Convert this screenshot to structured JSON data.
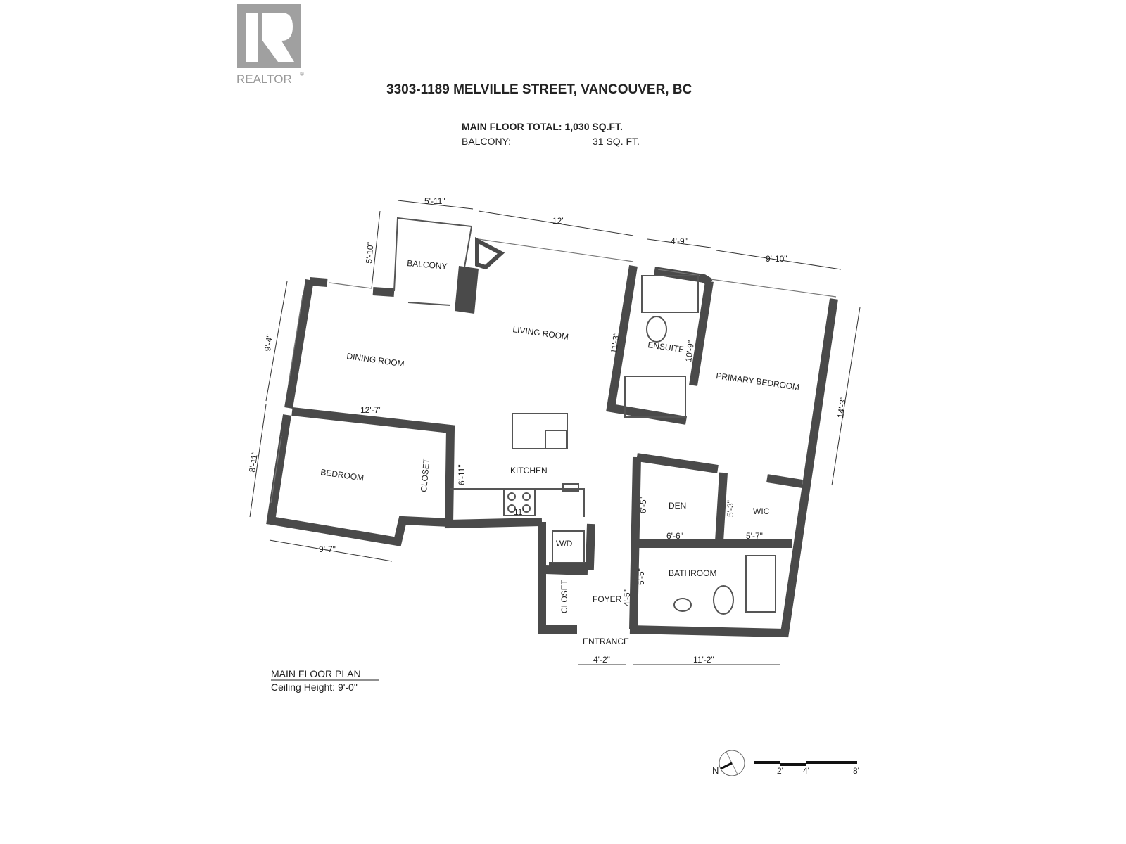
{
  "logo": {
    "text": "REALTOR",
    "mark": "®"
  },
  "header": {
    "address": "3303-1189 MELVILLE STREET, VANCOUVER, BC",
    "main_floor_label": "MAIN FLOOR TOTAL: 1,030 SQ.FT.",
    "balcony_label": "BALCONY:",
    "balcony_value": "31 SQ. FT."
  },
  "rooms": {
    "balcony": "BALCONY",
    "living": "LIVING ROOM",
    "dining": "DINING ROOM",
    "ensuite": "ENSUITE",
    "primary": "PRIMARY BEDROOM",
    "bedroom": "BEDROOM",
    "closet1": "CLOSET",
    "kitchen": "KITCHEN",
    "den": "DEN",
    "wic": "WIC",
    "wd": "W/D",
    "bathroom": "BATHROOM",
    "closet2": "CLOSET",
    "foyer": "FOYER",
    "entrance": "ENTRANCE"
  },
  "dimensions": {
    "balcony_w": "5'-11\"",
    "balcony_h": "5'-10\"",
    "living_w": "12'",
    "ensuite_w": "4'-9\"",
    "primary_w": "9'-10\"",
    "dining_h": "9'-4\"",
    "ensuite_h": "11'-3\"",
    "ensuite_h2": "10'-9\"",
    "primary_h": "14'-3\"",
    "dining_w": "12'-7\"",
    "bedroom_h": "8'-11\"",
    "kitchen_h": "6'-11\"",
    "kitchen_w": "11'",
    "den_h": "6'-5\"",
    "wic_h": "5'-3\"",
    "den_w": "6'-6\"",
    "wic_w": "5'-7\"",
    "bedroom_w": "9'-7\"",
    "bath_h": "5'-5\"",
    "foyer_h": "4'-5\"",
    "entrance_w": "4'-2\"",
    "bath_w": "11'-2\""
  },
  "footer": {
    "plan_title": "MAIN FLOOR PLAN",
    "ceiling": "Ceiling Height: 9'-0\""
  },
  "compass": {
    "north": "N"
  },
  "scale": {
    "ticks": [
      "2'",
      "4'",
      "8'"
    ]
  }
}
